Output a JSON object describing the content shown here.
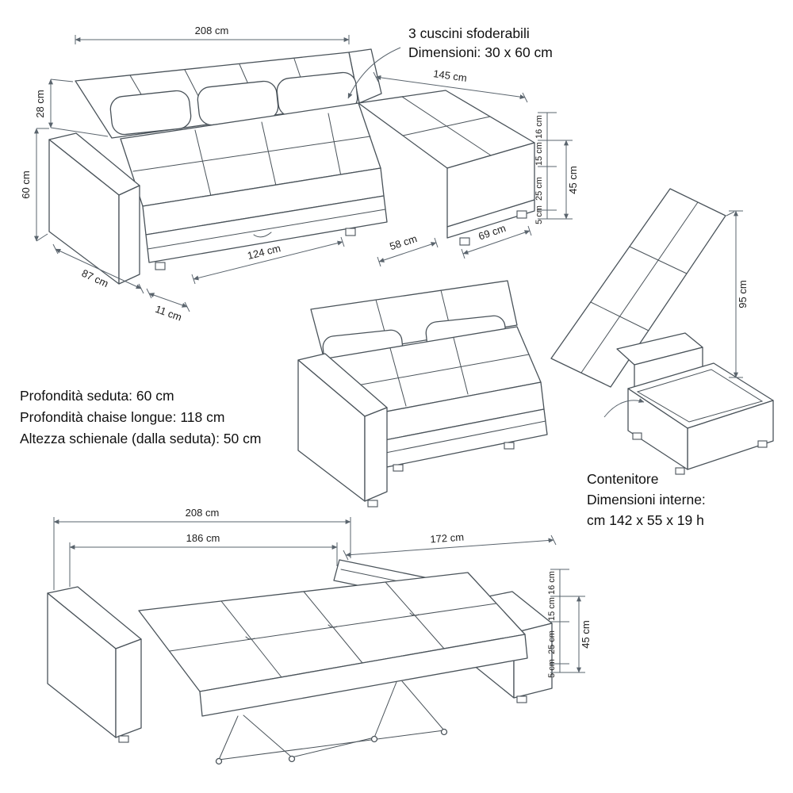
{
  "meta": {
    "title": "Schema tecnico divano letto con chaise longue"
  },
  "colors": {
    "line": "#4a535a",
    "dimension": "#5a646d",
    "text": "#1d1d1d",
    "background": "#ffffff"
  },
  "annotations": {
    "cushions": {
      "line1": "3 cuscini sfoderabili",
      "line2": "Dimensioni: 30 x 60 cm"
    },
    "seat_specs": {
      "line1": "Profondità seduta: 60 cm",
      "line2": "Profondità chaise longue: 118 cm",
      "line3": "Altezza schienale (dalla seduta): 50 cm"
    },
    "container": {
      "line1": "Contenitore",
      "line2": "Dimensioni interne:",
      "line3": "cm 142 x 55 x 19 h"
    }
  },
  "sofa_closed": {
    "dims": {
      "total_width": "208 cm",
      "total_depth": "145 cm",
      "backrest_height": "28 cm",
      "total_height": "60 cm",
      "armrest_depth": "87 cm",
      "armrest_width": "11 cm",
      "seat_front_width": "124 cm",
      "chaise_front_width": "58 cm",
      "chaise_side_depth": "69 cm",
      "stack": [
        "16 cm",
        "15 cm",
        "25 cm",
        "5 cm"
      ],
      "stack_total": "45 cm"
    }
  },
  "sofa_open": {
    "dims": {
      "lift_height": "95 cm"
    }
  },
  "sofa_bed": {
    "dims": {
      "total_width": "208 cm",
      "bed_width": "186 cm",
      "bed_depth": "172 cm",
      "stack": [
        "16 cm",
        "15 cm",
        "25 cm",
        "5 cm"
      ],
      "stack_total": "45 cm"
    }
  }
}
